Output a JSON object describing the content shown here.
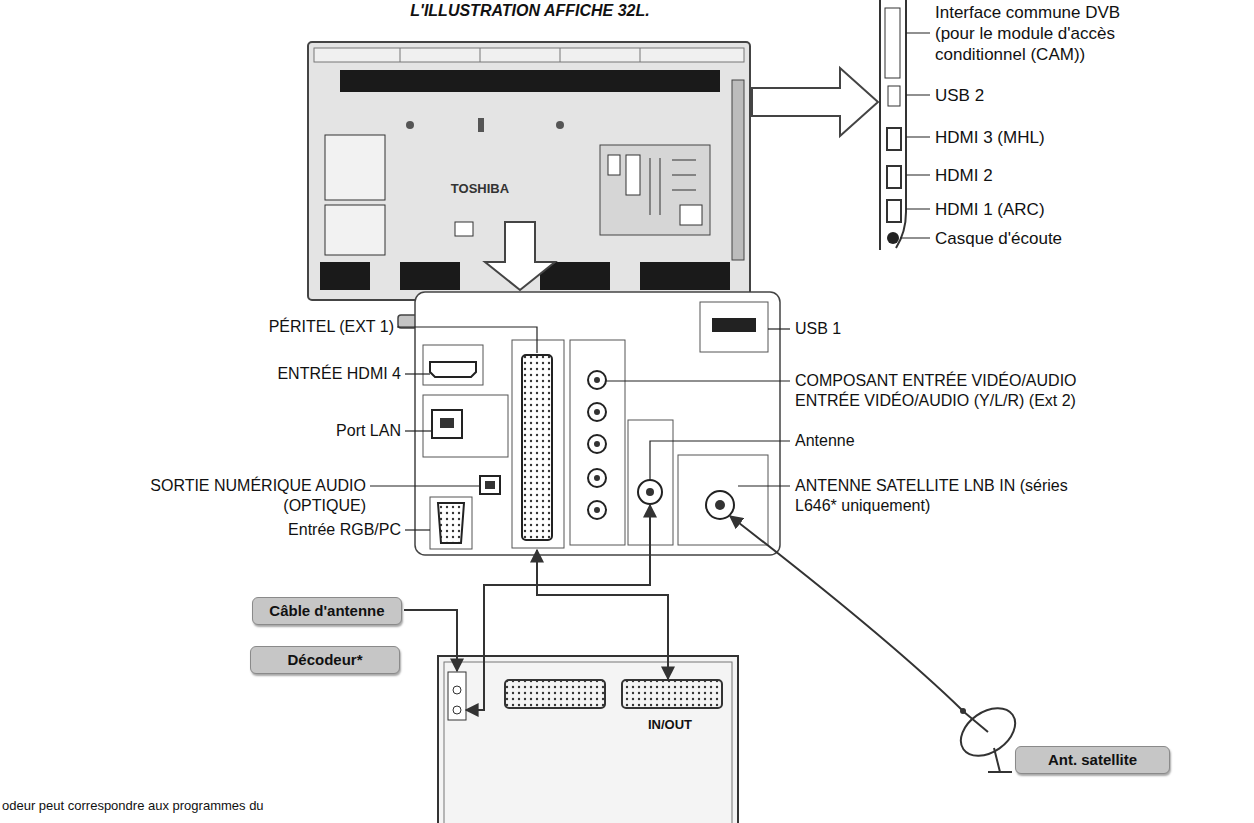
{
  "diagram": {
    "title": "L'ILLUSTRATION AFFICHE 32L.",
    "nodes": [
      {
        "text": [
          "Câble d'antenne"
        ]
      },
      {
        "text": [
          "Décodeur*"
        ]
      },
      {
        "text": [
          "Ant. satellite"
        ]
      }
    ],
    "labels": [
      "TOSHIBA",
      "Interface commune DVB (pour le module d'accès conditionnel (CAM))",
      "USB 2",
      "HDMI 3 (MHL)",
      "HDMI 2",
      "HDMI 1 (ARC)",
      "Casque d'écoute",
      "PÉRITEL (EXT 1)",
      "ENTRÉE HDMI 4",
      "Port LAN",
      "SORTIE NUMÉRIQUE AUDIO (OPTIQUE)",
      "Entrée RGB/PC",
      "USB 1",
      "COMPOSANT ENTRÉE VIDÉO/AUDIO ENTRÉE VIDÉO/AUDIO (Y/L/R) (Ext 2)",
      "Antenne",
      "ANTENNE SATELLITE LNB IN (séries L646* uniquement)",
      "IN/OUT",
      "odeur peut correspondre aux programmes du"
    ]
  }
}
